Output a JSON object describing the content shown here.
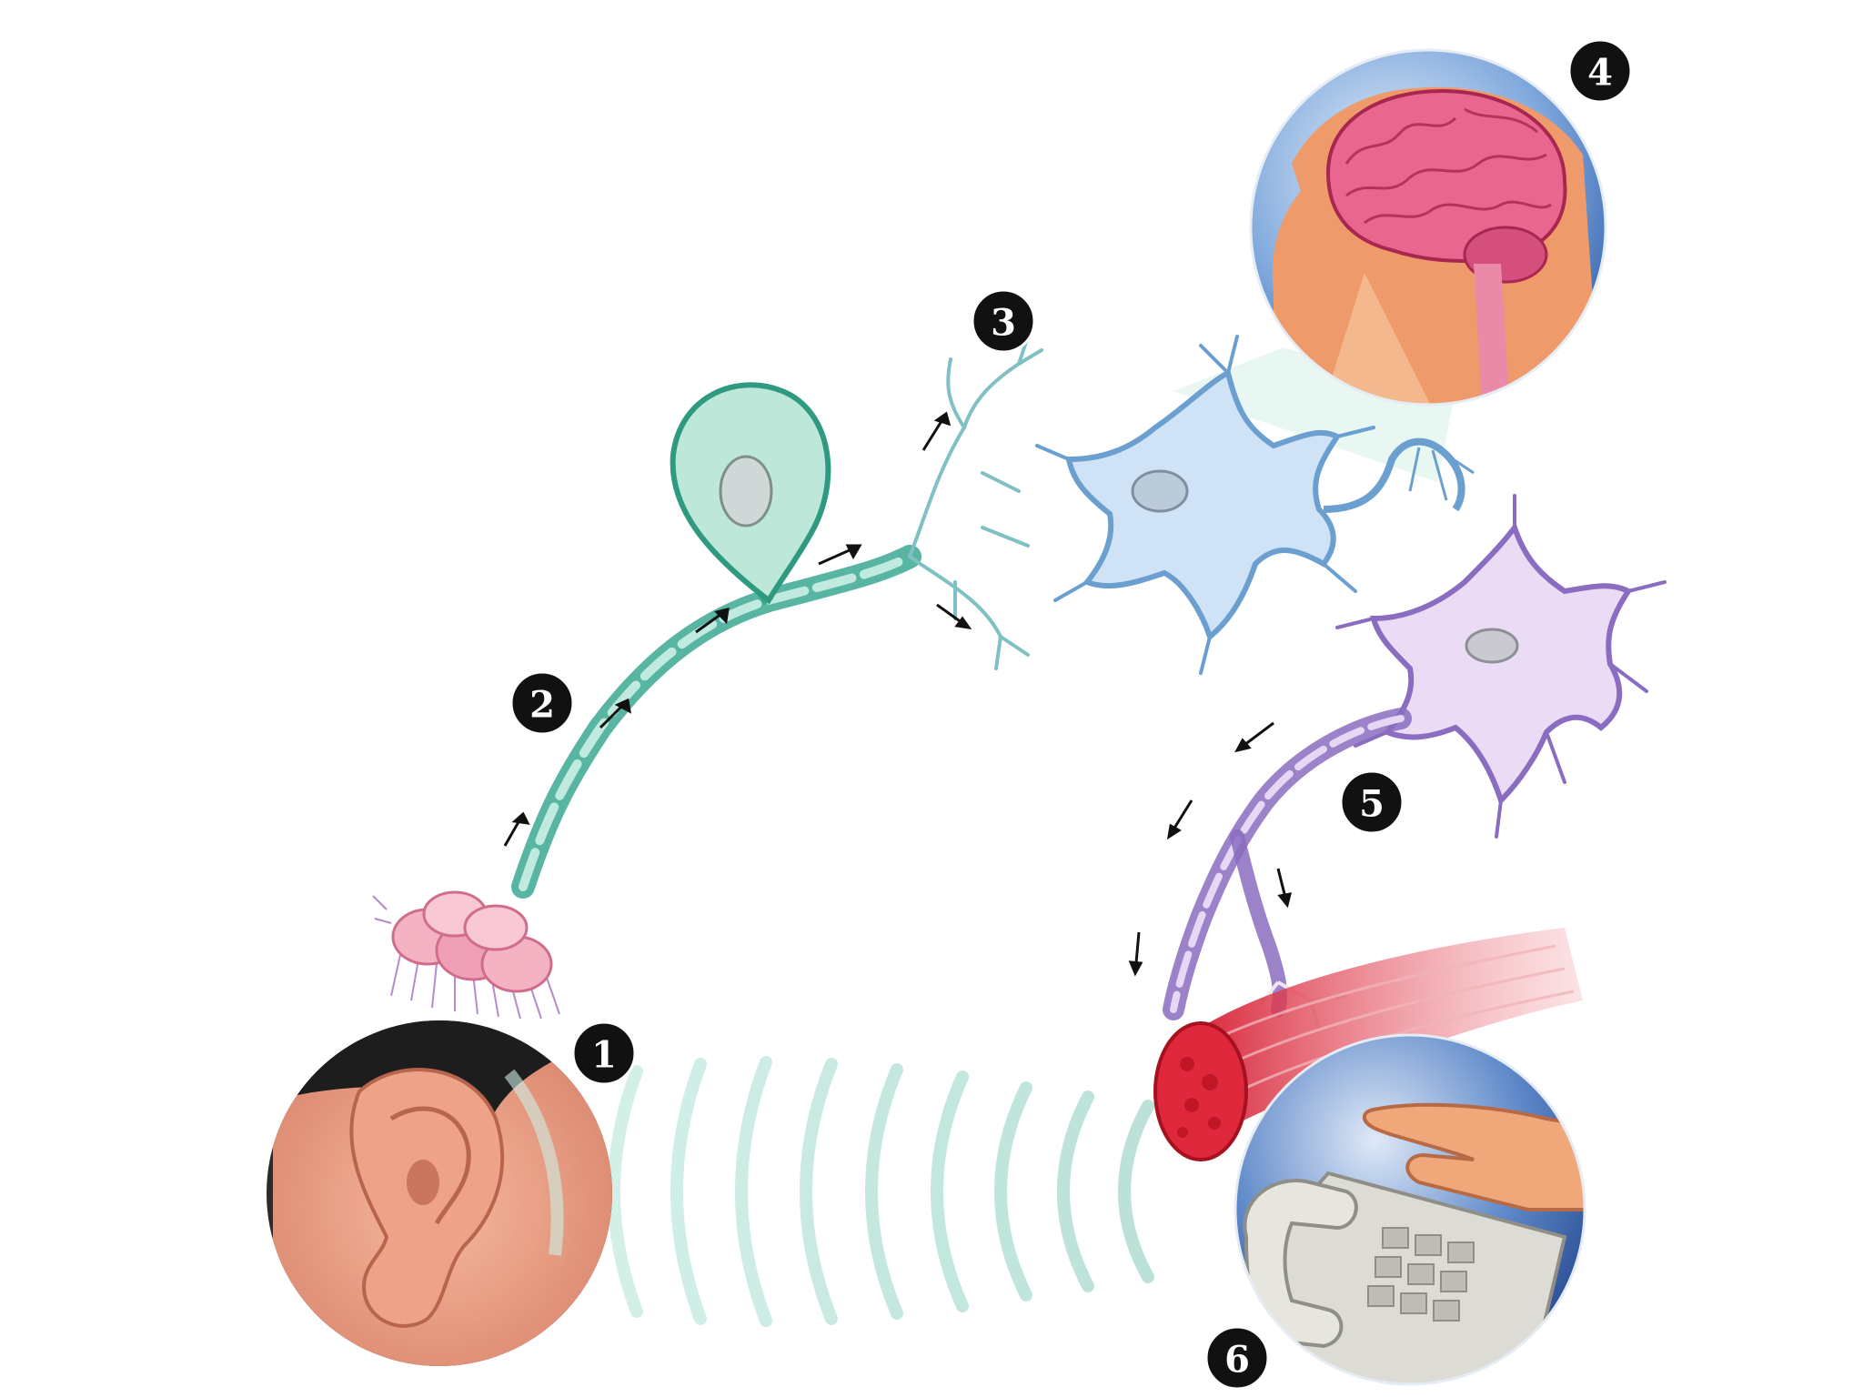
{
  "steps": [
    {
      "label": "1",
      "stage": "ear"
    },
    {
      "label": "2",
      "stage": "sensory-neuron-axon"
    },
    {
      "label": "3",
      "stage": "interneuron-dendrites"
    },
    {
      "label": "4",
      "stage": "brain"
    },
    {
      "label": "5",
      "stage": "motor-neuron-axon"
    },
    {
      "label": "6",
      "stage": "hand-answering-telephone"
    }
  ],
  "colors": {
    "sensory_neuron": "#3aa890",
    "interneuron": "#6a9fd0",
    "motor_neuron": "#8a6cc0",
    "brain": "#e0588a",
    "muscle": "#c9202c",
    "sound_waves": "#c9ece4",
    "badge": "#111111"
  }
}
